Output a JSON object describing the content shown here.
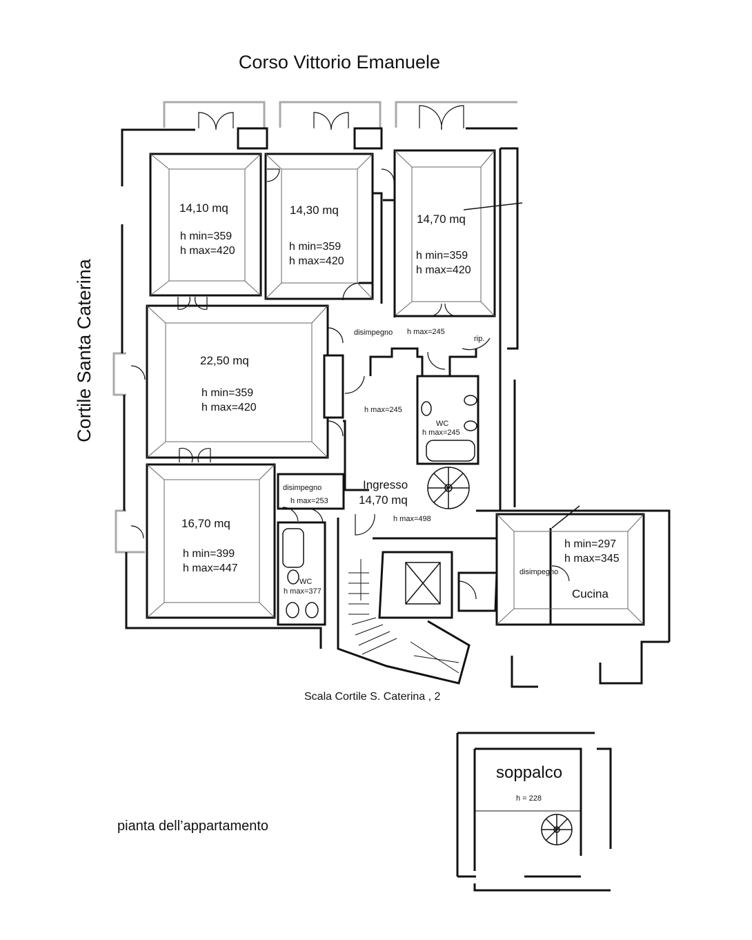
{
  "street_top": "Corso Vittorio Emanuele",
  "street_left": "Cortile Santa Caterina",
  "stair_label": "Scala Cortile S. Caterina , 2",
  "plan_title": "pianta dell’appartamento",
  "rooms": {
    "room1": {
      "area": "14,10 mq",
      "hmin": "h min=359",
      "hmax": "h max=420"
    },
    "room2": {
      "area": "14,30 mq",
      "hmin": "h min=359",
      "hmax": "h max=420"
    },
    "room3": {
      "area": "14,70 mq",
      "hmin": "h min=359",
      "hmax": "h max=420"
    },
    "living": {
      "area": "22,50 mq",
      "hmin": "h min=359",
      "hmax": "h max=420"
    },
    "room5": {
      "area": "16,70 mq",
      "hmin": "h min=399",
      "hmax": "h max=447"
    },
    "kitchen": {
      "name": "Cucina",
      "hmin": "h min=297",
      "hmax": "h max=345"
    },
    "ingresso": {
      "name": "Ingresso",
      "area": "14,70 mq",
      "hmax": "h max=498"
    },
    "soppalco": {
      "name": "soppalco",
      "h": "h = 228"
    }
  },
  "small_labels": {
    "disimpegno_top": "disimpegno",
    "hmax_245_top": "h max=245",
    "rip": "rip.",
    "hmax_245_corr": "h max=245",
    "wc1": "WC",
    "wc1_h": "h max=245",
    "disimpegno_left": "disimpegno",
    "hmax_253": "h max=253",
    "wc2": "WC",
    "wc2_h": "h max=377",
    "disimpegno_kitchen": "disimpegno"
  }
}
